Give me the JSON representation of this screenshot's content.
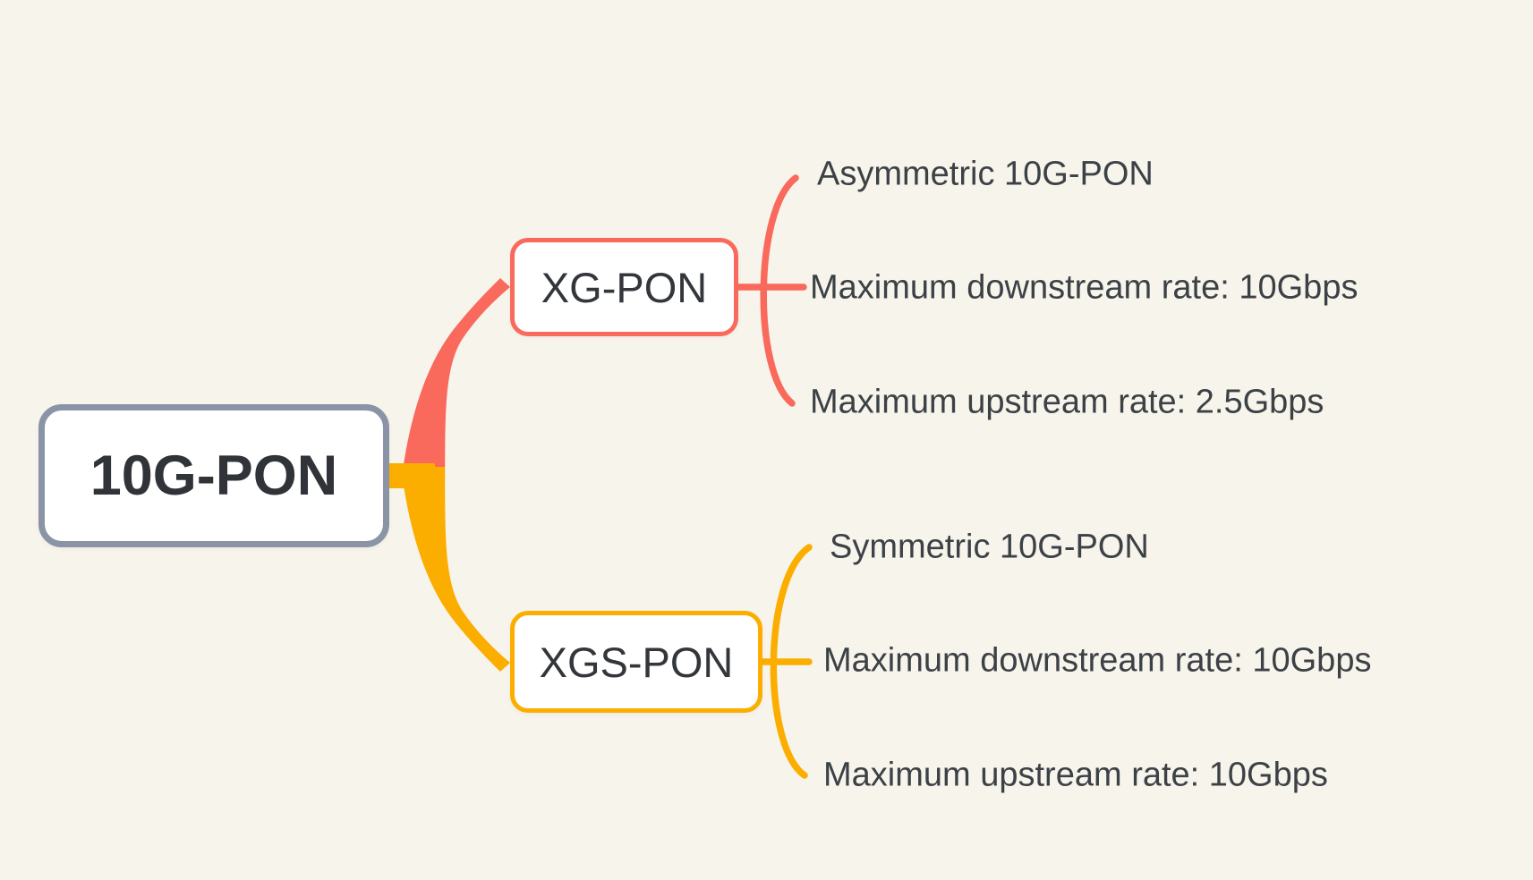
{
  "colors": {
    "background": "#f7f4ec",
    "coral": "#f9695c",
    "amber": "#fbae00",
    "root_border": "#8a94a6",
    "topic_text": "#33363a",
    "leaf_text": "#3c4146"
  },
  "root": {
    "label": "10G-PON",
    "border_color": "#8a94a6"
  },
  "branches": [
    {
      "label": "XG-PON",
      "color": "#f9695c",
      "children": [
        "Asymmetric 10G-PON",
        "Maximum downstream rate: 10Gbps",
        "Maximum upstream rate: 2.5Gbps"
      ]
    },
    {
      "label": "XGS-PON",
      "color": "#fbae00",
      "children": [
        "Symmetric 10G-PON",
        "Maximum downstream rate: 10Gbps",
        "Maximum upstream rate: 10Gbps"
      ]
    }
  ]
}
